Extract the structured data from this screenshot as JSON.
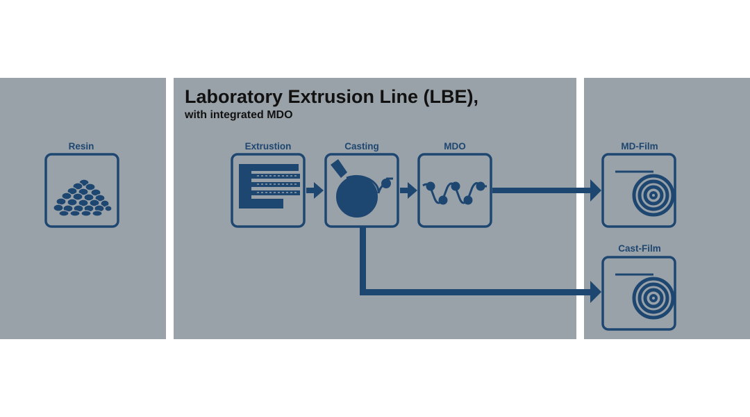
{
  "header": {
    "title": "Laboratory Extrusion Line (LBE),",
    "subtitle": "with integrated MDO"
  },
  "steps": {
    "resin": "Resin",
    "extrusion": "Extrustion",
    "casting": "Casting",
    "mdo": "MDO",
    "md_film": "MD-Film",
    "cast_film": "Cast-Film"
  },
  "colors": {
    "panel": "#9aa2a9",
    "accent": "#1d4670",
    "title": "#111111",
    "background": "#ffffff"
  }
}
